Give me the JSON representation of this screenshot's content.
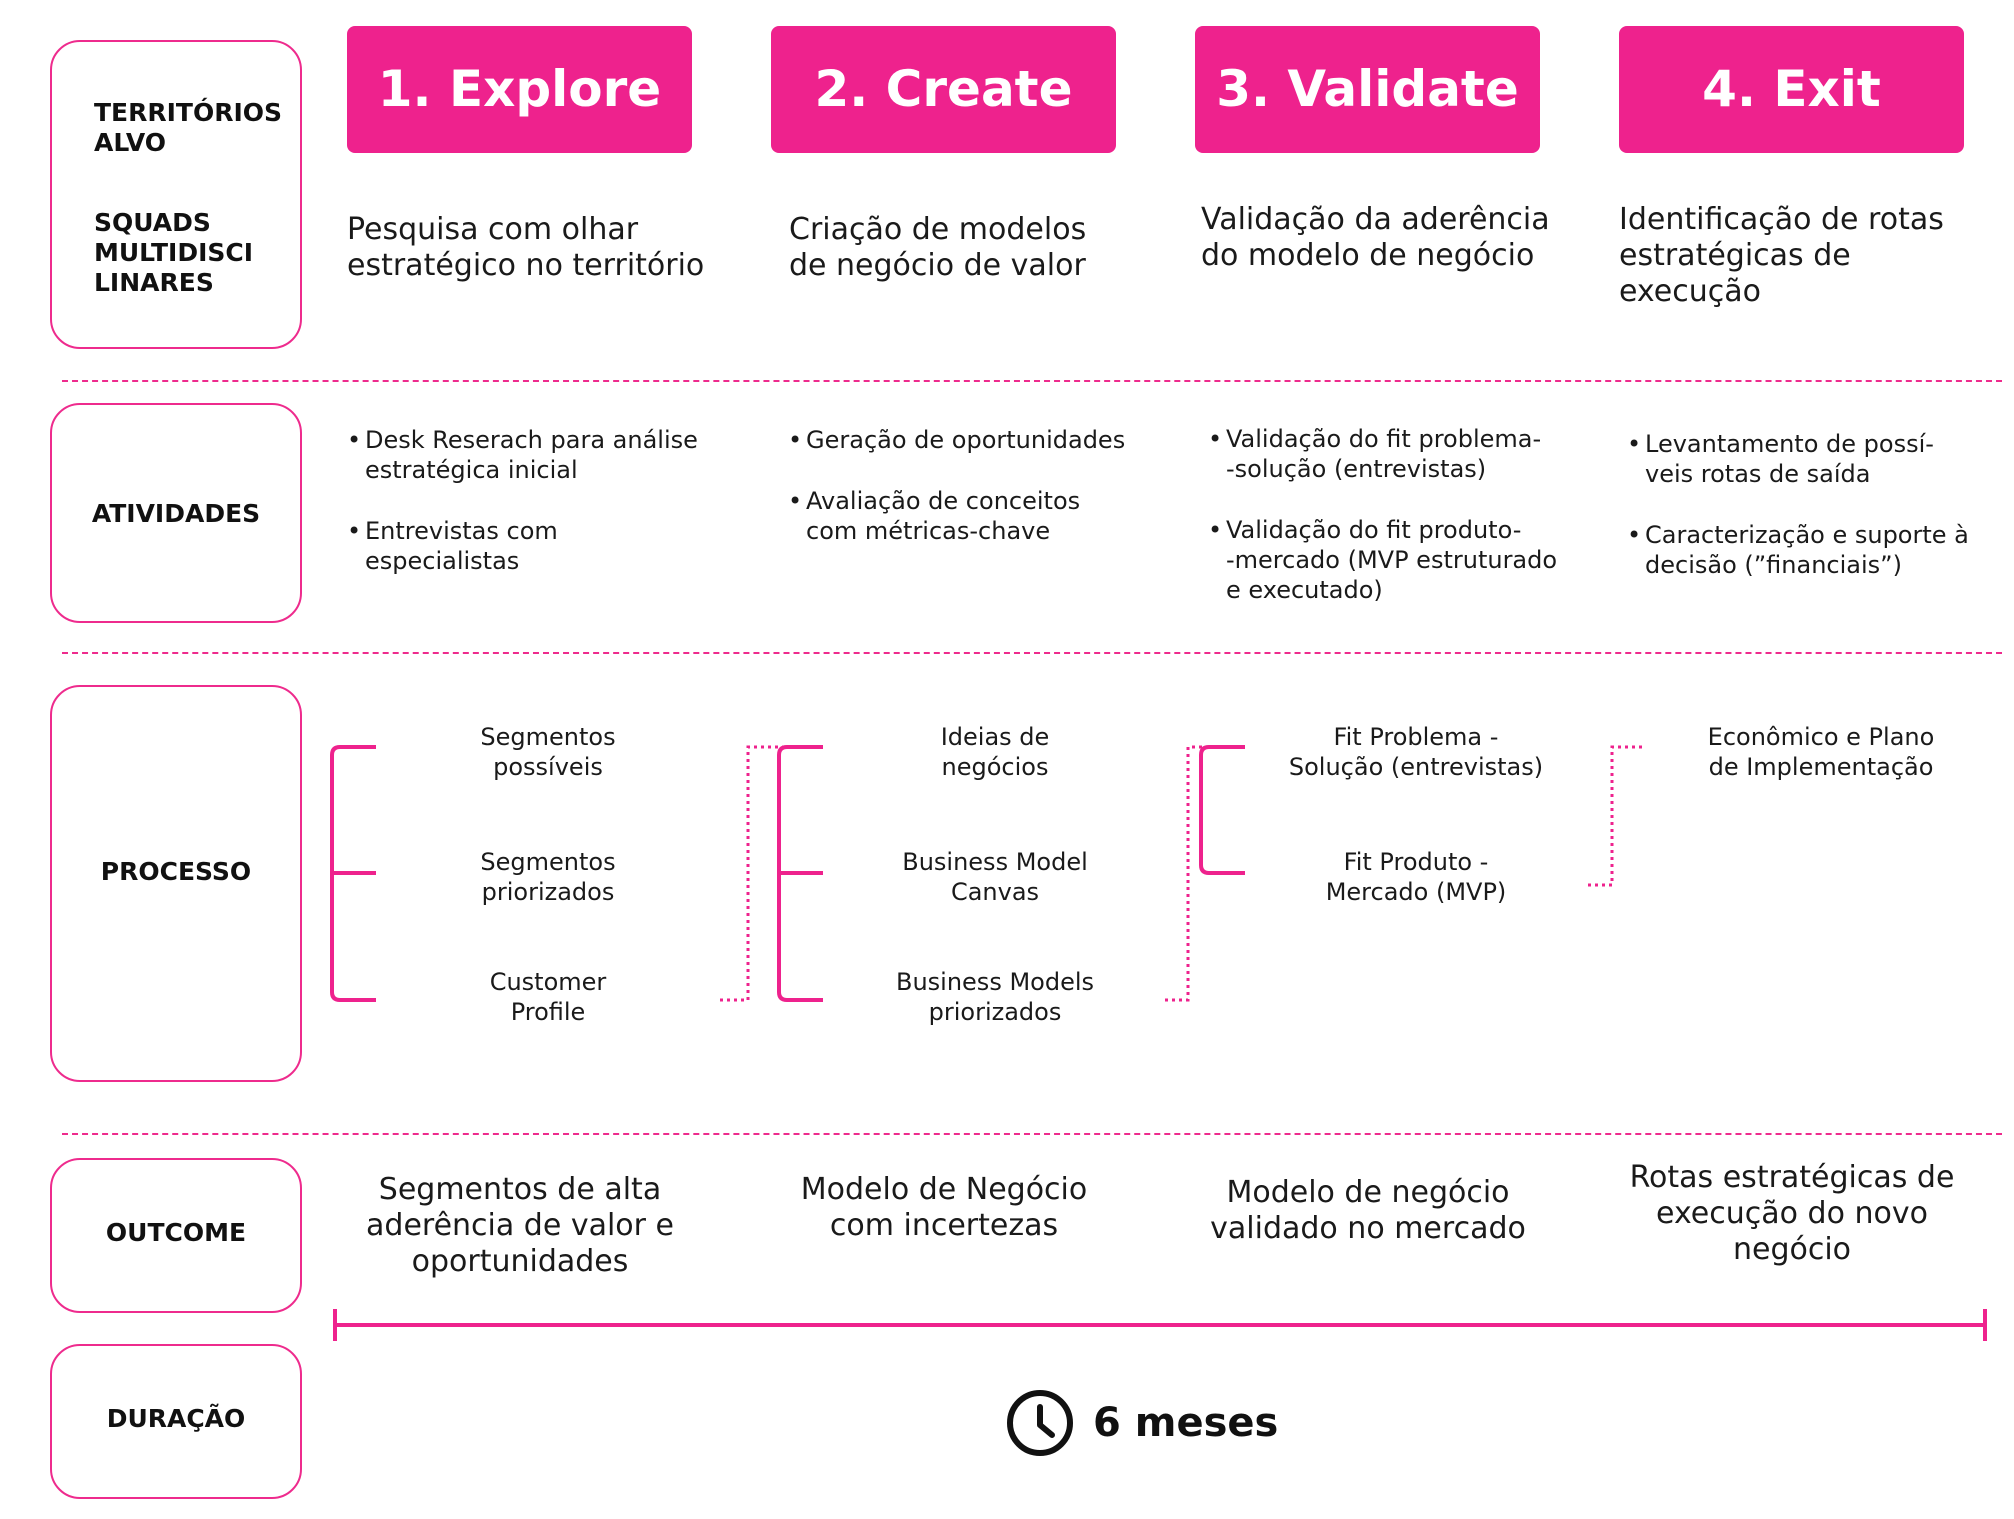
{
  "row_labels": {
    "territorios": [
      "TERRITÓRIOS",
      "ALVO"
    ],
    "squads": [
      "SQUADS",
      "MULTIDISCI",
      "LINARES"
    ],
    "atividades": "ATIVIDADES",
    "processo": "PROCESSO",
    "outcome": "OUTCOME",
    "duracao": "DURAÇÃO"
  },
  "phases": [
    {
      "title": "1. Explore",
      "description": [
        "Pesquisa com olhar",
        "estratégico no território"
      ],
      "activities": [
        [
          "Desk Reserach para análise",
          "estratégica inicial"
        ],
        [
          "Entrevistas com",
          "especialistas"
        ]
      ],
      "process": [
        [
          "Segmentos",
          "possíveis"
        ],
        [
          "Segmentos",
          "priorizados"
        ],
        [
          "Customer",
          "Profile"
        ]
      ],
      "outcome": [
        "Segmentos de alta",
        "aderência de valor e",
        "oportunidades"
      ]
    },
    {
      "title": "2. Create",
      "description": [
        "Criação de modelos",
        "de negócio de valor"
      ],
      "activities": [
        [
          "Geração de oportunidades"
        ],
        [
          "Avaliação de conceitos",
          "com métricas-chave"
        ]
      ],
      "process": [
        [
          "Ideias de",
          "negócios"
        ],
        [
          "Business Model",
          "Canvas"
        ],
        [
          "Business Models",
          "priorizados"
        ]
      ],
      "outcome": [
        "Modelo de Negócio",
        "com incertezas"
      ]
    },
    {
      "title": "3. Validate",
      "description": [
        "Validação da aderência",
        "do modelo de negócio"
      ],
      "activities": [
        [
          "Validação do fit problema-",
          "-solução (entrevistas)"
        ],
        [
          "Validação do fit produto-",
          "-mercado (MVP estruturado",
          "e executado)"
        ]
      ],
      "process": [
        [
          "Fit Problema -",
          "Solução (entrevistas)"
        ],
        [
          "Fit Produto -",
          "Mercado (MVP)"
        ]
      ],
      "outcome": [
        "Modelo de negócio",
        "validado no mercado"
      ]
    },
    {
      "title": "4. Exit",
      "description": [
        "Identificação de rotas",
        "estratégicas de",
        "execução"
      ],
      "activities": [
        [
          "Levantamento de possí-",
          "veis rotas de saída"
        ],
        [
          "Caracterização e suporte à",
          "decisão (”financiais”)"
        ]
      ],
      "process": [
        [
          "Econômico e Plano",
          "de Implementação"
        ]
      ],
      "outcome": [
        "Rotas estratégicas de",
        "execução do novo",
        "negócio"
      ]
    }
  ],
  "duration": {
    "value": "6 meses",
    "icon": "clock-icon"
  },
  "colors": {
    "accent": "#ee228d",
    "text": "#1a1a1a",
    "background": "#ffffff"
  }
}
